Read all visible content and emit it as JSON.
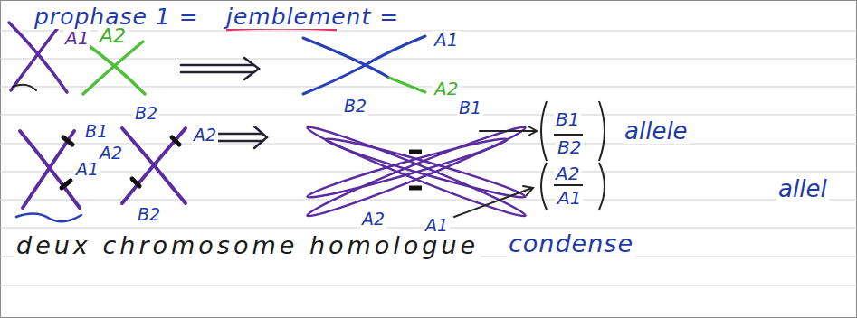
{
  "diagram": {
    "labels": [
      "prophase 1 =",
      "jemblement =",
      "A1",
      "A2",
      "A1",
      "A2",
      "B1",
      "A1",
      "B2",
      "A2",
      "A2",
      "B2",
      "B2",
      "B1",
      "A2",
      "A1",
      "B1",
      "B2",
      "allele",
      "A2",
      "A1",
      "allel",
      "deux chromosome homologue",
      "condense"
    ]
  }
}
